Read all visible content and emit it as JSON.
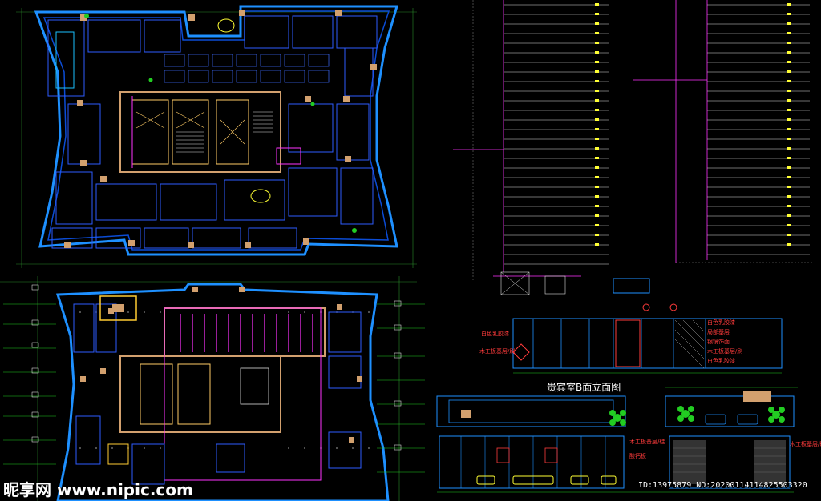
{
  "title": "贵宾室B面立面图",
  "watermark": {
    "site": "昵享网 www.nipic.com",
    "id": "ID:13975879 NO:20200114114825503320"
  },
  "colors": {
    "background": "#000000",
    "wall": "#1e90ff",
    "room": "#0000cd",
    "orange": "#d2a06e",
    "green": "#22cc22",
    "magenta": "#ff33ff",
    "red": "#ff3b3b",
    "yellow": "#ffff33",
    "white": "#ffffff"
  },
  "annotations": {
    "elevation_1": [
      "白色乳胶漆",
      "木工板基层/刷",
      "白色乳胶漆",
      "局部基层",
      "银镜饰面",
      "木工板基层/刷",
      "白色乳胶漆"
    ],
    "elevation_2": [
      "木工板基层/硅",
      "酸钙板",
      "木工板基层/硅"
    ]
  },
  "icons": [
    "column-grid-icon",
    "plant-icon",
    "sofa-icon",
    "elevator-icon",
    "stair-icon"
  ]
}
